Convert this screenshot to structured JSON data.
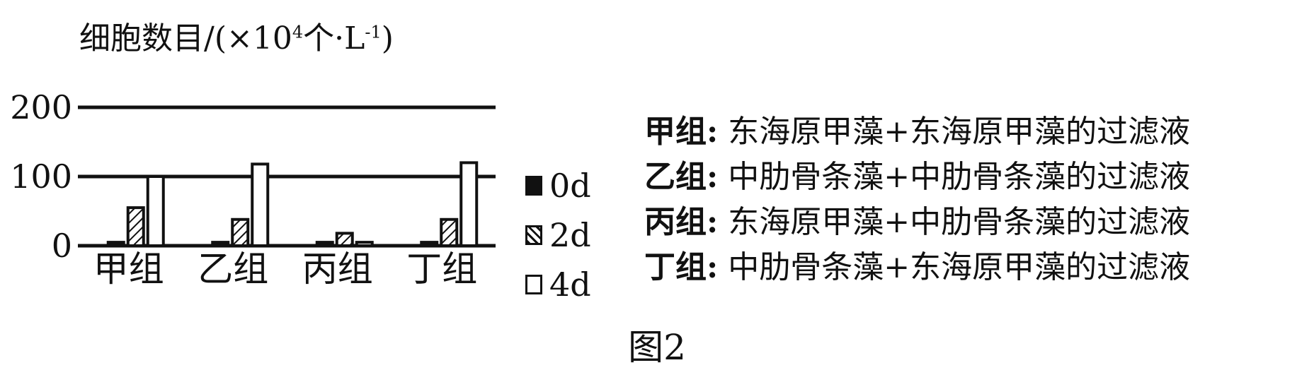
{
  "chart_data": {
    "type": "bar",
    "ylabel": {
      "text": "细胞数目/(×10",
      "exp1": "4",
      "mid": "个·L",
      "exp2": "-1",
      "end": ")"
    },
    "categories": [
      "甲组",
      "乙组",
      "丙组",
      "丁组"
    ],
    "series": [
      {
        "name": "0d",
        "values": [
          5,
          5,
          5,
          5
        ]
      },
      {
        "name": "2d",
        "values": [
          55,
          38,
          18,
          38
        ]
      },
      {
        "name": "4d",
        "values": [
          100,
          118,
          5,
          120
        ]
      }
    ],
    "yticks": [
      0,
      100,
      200
    ],
    "ylim": [
      0,
      200
    ],
    "grid": true,
    "legend_position": "right",
    "colors": {
      "ink": "#111111",
      "background": "#ffffff"
    }
  },
  "group_descriptions": [
    {
      "name": "甲组",
      "colon": ":",
      "text": "东海原甲藻+东海原甲藻的过滤液"
    },
    {
      "name": "乙组",
      "colon": ":",
      "text": "中肋骨条藻+中肋骨条藻的过滤液"
    },
    {
      "name": "丙组",
      "colon": ":",
      "text": "东海原甲藻+中肋骨条藻的过滤液"
    },
    {
      "name": "丁组",
      "colon": ":",
      "text": "中肋骨条藻+东海原甲藻的过滤液"
    }
  ],
  "caption": "图2"
}
